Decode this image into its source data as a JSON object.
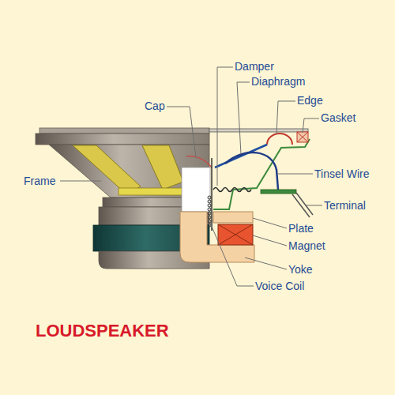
{
  "diagram": {
    "title": "LOUDSPEAKER",
    "labels": [
      "Damper",
      "Diaphragm",
      "Edge",
      "Gasket",
      "Cap",
      "Frame",
      "Tinsel Wire",
      "Terminal",
      "Plate",
      "Magnet",
      "Yoke",
      "Voice Coil"
    ]
  }
}
